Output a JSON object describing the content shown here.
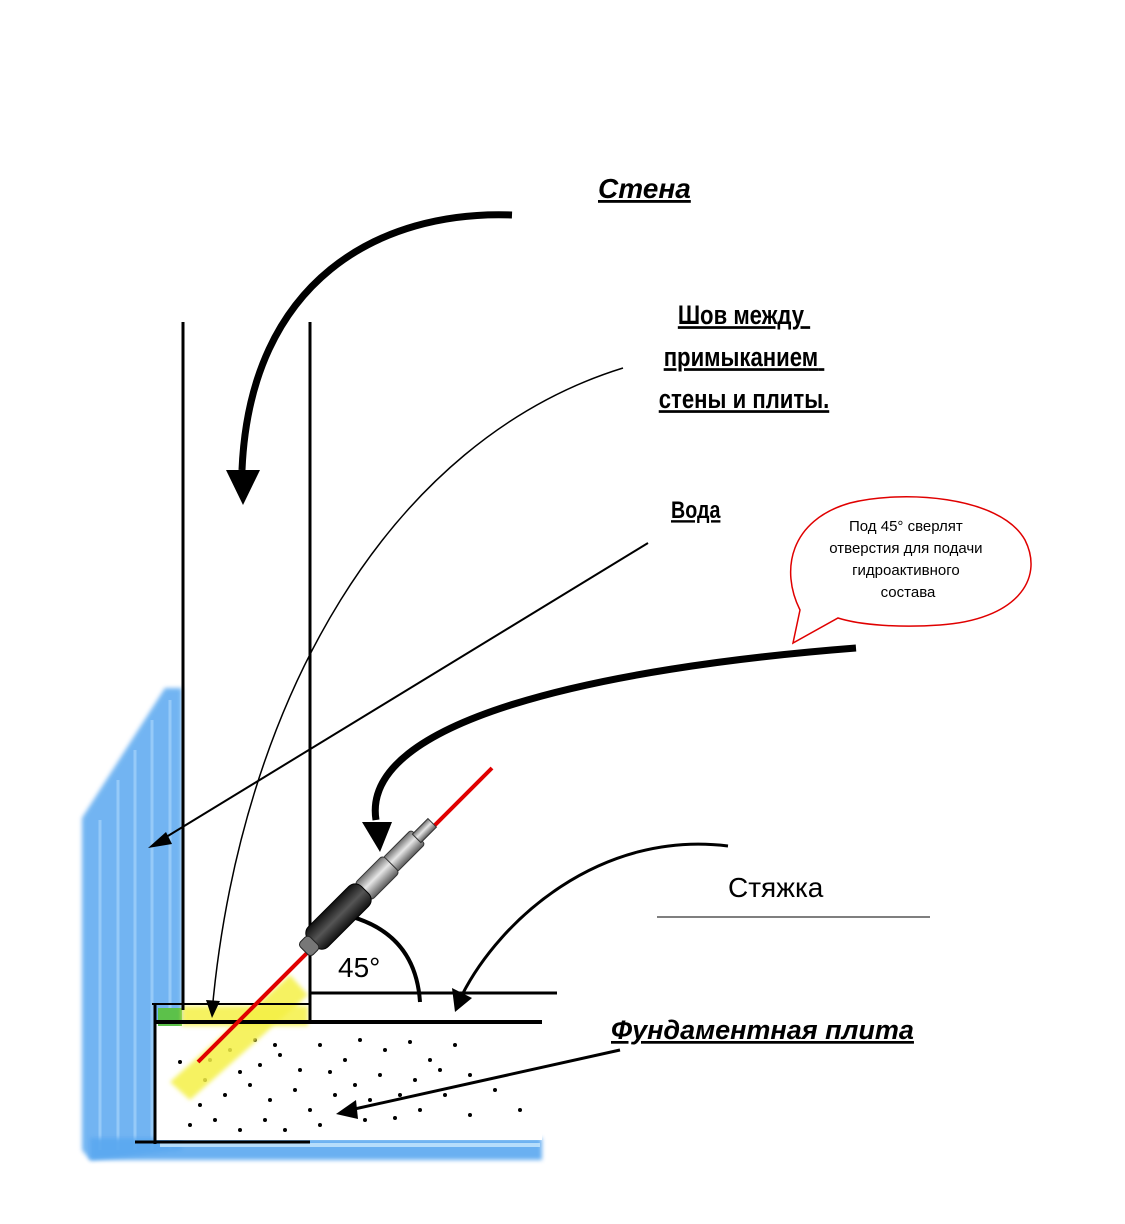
{
  "labels": {
    "wall": "Стена",
    "seam_line1": "Шов между",
    "seam_line2": "примыканием",
    "seam_line3": "стены и плиты.",
    "water": "Вода",
    "screed": "Стяжка",
    "foundation": "Фундаментная плита",
    "angle": "45°"
  },
  "callout": {
    "line1": "Под 45° сверлят",
    "line2": "отверстия для подачи",
    "line3": "гидроактивного",
    "line4": "состава"
  },
  "colors": {
    "water": "#5aa8f0",
    "water_light": "#9fd0fa",
    "injection_zone": "#f5f046",
    "seam": "#5cc14a",
    "laser": "#e00000",
    "callout_border": "#e00000",
    "lines": "#000000"
  },
  "icons": {
    "injector": "drill-injector-icon"
  }
}
